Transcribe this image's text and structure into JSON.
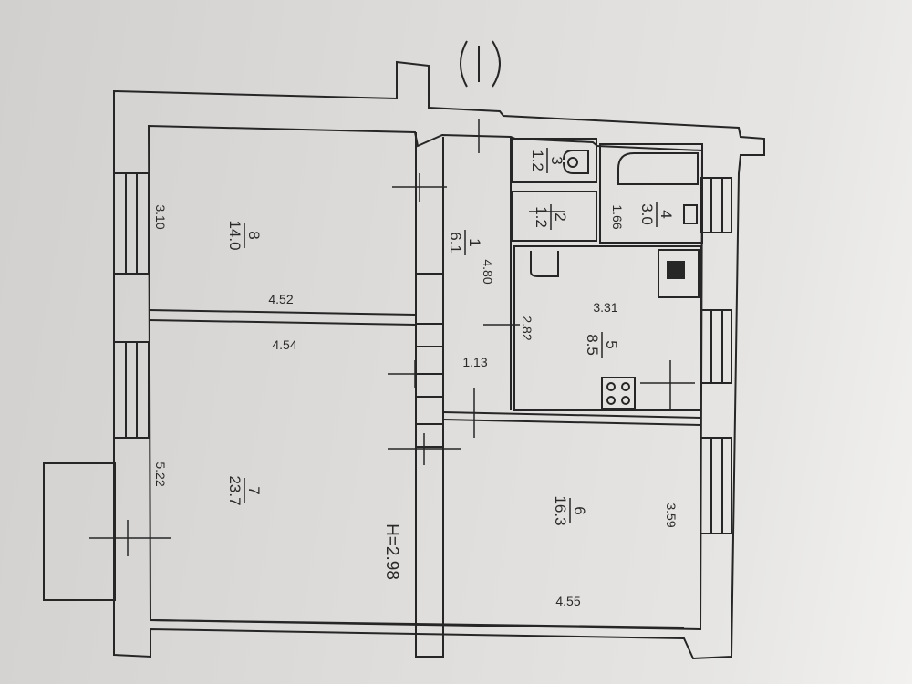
{
  "rooms": [
    {
      "number": "8",
      "area": "14.0"
    },
    {
      "number": "7",
      "area": "23.7"
    },
    {
      "number": "1",
      "area": "6.1"
    },
    {
      "number": "3",
      "area": "1.2"
    },
    {
      "number": "2",
      "area": "1.2"
    },
    {
      "number": "4",
      "area": "3.0"
    },
    {
      "number": "5",
      "area": "8.5"
    },
    {
      "number": "6",
      "area": "16.3"
    }
  ],
  "dimensions": {
    "d_310": "3.10",
    "d_452": "4.52",
    "d_454": "4.54",
    "d_522": "5.22",
    "d_480": "4.80",
    "d_113": "1.13",
    "d_282": "2.82",
    "d_331": "3.31",
    "d_166": "1.66",
    "d_359": "3.59",
    "d_455": "4.55"
  },
  "ceiling_height": "H=2.98"
}
